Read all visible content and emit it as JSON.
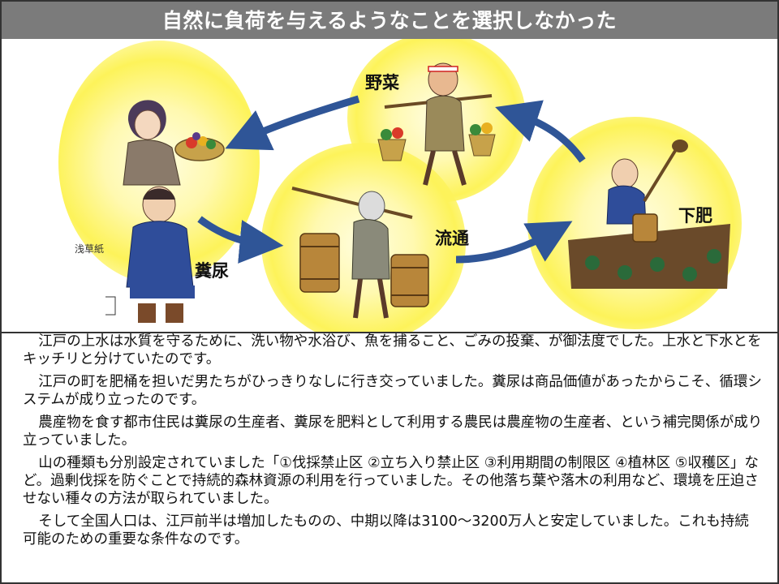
{
  "title": "自然に負荷を与えるようなことを選択しなかった",
  "diagram": {
    "labels": {
      "vegetables": "野菜",
      "distribution": "流通",
      "fertilizer": "下肥",
      "night_soil": "糞尿"
    },
    "illustration_note": "浅草紙",
    "colors": {
      "arrow": "#2f5597",
      "glow": "#fdf35a",
      "title_bar": "#7b7b7b"
    }
  },
  "paragraphs": [
    "江戸の上水は水質を守るために、洗い物や水浴び、魚を捕ること、ごみの投棄、が御法度でした。上水と下水とをキッチリと分けていたのです。",
    "江戸の町を肥桶を担いだ男たちがひっきりなしに行き交っていました。糞尿は商品価値があったからこそ、循環システムが成り立ったのです。",
    "農産物を食す都市住民は糞尿の生産者、糞尿を肥料として利用する農民は農産物の生産者、という補完関係が成り立っていました。",
    "山の種類も分別設定されていました「①伐採禁止区 ②立ち入り禁止区 ③利用期間の制限区 ④植林区 ⑤収穫区」など。過剰伐採を防ぐことで持続的森林資源の利用を行っていました。その他落ち葉や落木の利用など、環境を圧迫させない種々の方法が取られていました。",
    "そして全国人口は、江戸前半は増加したものの、中期以降は3100〜3200万人と安定していました。これも持続可能のための重要な条件なのです。"
  ]
}
